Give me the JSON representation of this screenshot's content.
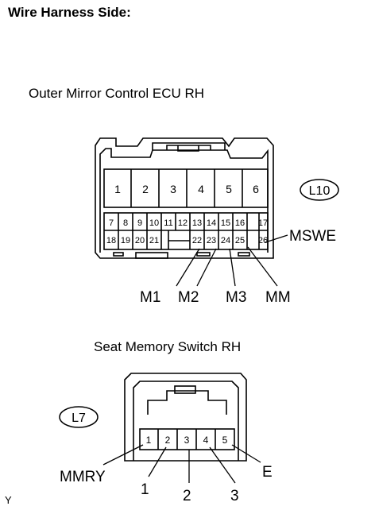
{
  "heading": "Wire Harness Side:",
  "connector_l10": {
    "caption": "Outer Mirror Control ECU RH",
    "code": "L10",
    "top_pins": [
      "1",
      "2",
      "3",
      "4",
      "5",
      "6"
    ],
    "row1_pins": [
      "7",
      "8",
      "9",
      "10",
      "11",
      "12",
      "13",
      "14",
      "15",
      "16",
      "17"
    ],
    "row2_left_pins": [
      "18",
      "19",
      "20",
      "21"
    ],
    "row2_right_pins": [
      "22",
      "23",
      "24",
      "25",
      "26"
    ],
    "labels": {
      "m1": "M1",
      "m2": "M2",
      "m3": "M3",
      "mm": "MM",
      "mswe": "MSWE"
    }
  },
  "connector_l7": {
    "caption": "Seat Memory Switch RH",
    "code": "L7",
    "pins": [
      "1",
      "2",
      "3",
      "4",
      "5"
    ],
    "labels": {
      "mmry": "MMRY",
      "one": "1",
      "two": "2",
      "three": "3",
      "e": "E"
    }
  },
  "corner_mark": "Y"
}
